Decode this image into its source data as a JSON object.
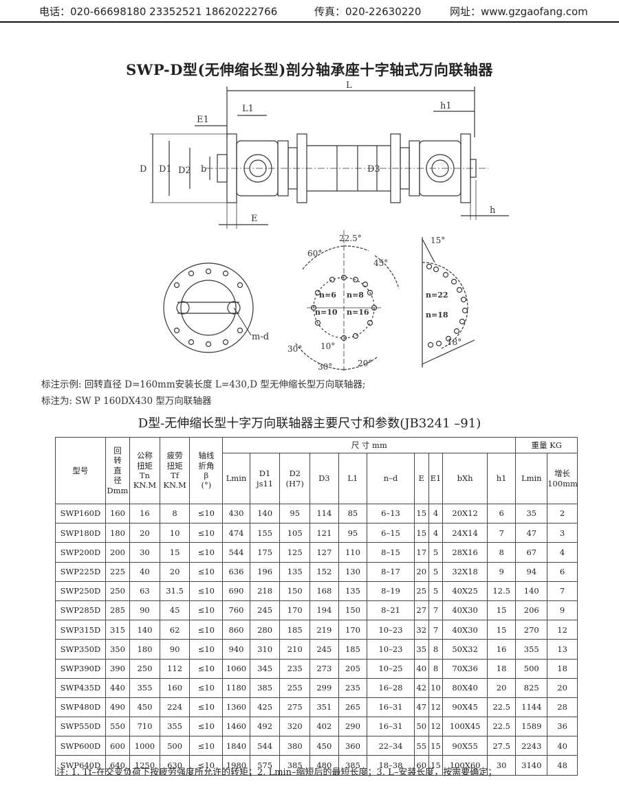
{
  "header": {
    "phone": "电话：020-66698180  23352521  18620222766",
    "fax": "传真：020-22630220",
    "website": "网址：www.gzgaofang.com"
  },
  "title": "SWP-D型(无伸缩长型)剖分轴承座十字轴式万向联轴器",
  "drawing_labels": {
    "L": "L",
    "L1": "L1",
    "E1": "E1",
    "h1": "h1",
    "D": "D",
    "D1": "D1",
    "D2": "D2",
    "b": "b",
    "D3": "D3",
    "E": "E",
    "h": "h",
    "md": "m-d",
    "a60": "60°",
    "a225": "22.5°",
    "a45": "45°",
    "n6": "n=6",
    "n8": "n=8",
    "n10": "n=10",
    "n16": "n=16",
    "a30a": "30°",
    "a10": "10°",
    "a30b": "30°",
    "a20": "20°",
    "a15": "15°",
    "n22": "n=22",
    "n18": "n=18",
    "a18": "18°"
  },
  "example": {
    "line1": "标注示例: 回转直径 D=160mm安装长度 L=430,D 型无伸缩长型万向联轴器;",
    "line2": "标注为:  SW   P  160DX430  型万向联轴器"
  },
  "table_title": "D型-无伸缩长型十字万向联轴器主要尺寸和参数(JB3241 –91)",
  "table_header": {
    "model": "型号",
    "rot_dia": [
      "回",
      "转",
      "直",
      "径",
      "Dmm"
    ],
    "torque_nom": [
      "公称",
      "扭矩",
      "Tn",
      "KN.M"
    ],
    "torque_fat": [
      "疲劳",
      "扭矩",
      "Tf",
      "KN.M"
    ],
    "angle": [
      "轴线",
      "折角",
      "β",
      "(°)"
    ],
    "dims": "尺     寸     mm",
    "lmin": "Lmin",
    "d1": [
      "D1",
      "js11"
    ],
    "d2": [
      "D2",
      "(H7)"
    ],
    "d3": "D3",
    "l1": "L1",
    "nd": "n–d",
    "e": "E",
    "e1": "E1",
    "bxh": "bXh",
    "h1": "h1",
    "weight": "重量 KG",
    "w_lmin": "Lmin",
    "w_inc": [
      "增长",
      "100mm"
    ]
  },
  "rows": [
    [
      "SWP160D",
      "160",
      "16",
      "8",
      "≤10",
      "430",
      "140",
      "95",
      "114",
      "85",
      "6–13",
      "15",
      "4",
      "20X12",
      "6",
      "35",
      "2"
    ],
    [
      "SWP180D",
      "180",
      "20",
      "10",
      "≤10",
      "474",
      "155",
      "105",
      "121",
      "95",
      "6–15",
      "15",
      "4",
      "24X14",
      "7",
      "47",
      "3"
    ],
    [
      "SWP200D",
      "200",
      "30",
      "15",
      "≤10",
      "544",
      "175",
      "125",
      "127",
      "110",
      "8–15",
      "17",
      "5",
      "28X16",
      "8",
      "67",
      "4"
    ],
    [
      "SWP225D",
      "225",
      "40",
      "20",
      "≤10",
      "636",
      "196",
      "135",
      "152",
      "130",
      "8–17",
      "20",
      "5",
      "32X18",
      "9",
      "94",
      "6"
    ],
    [
      "SWP250D",
      "250",
      "63",
      "31.5",
      "≤10",
      "690",
      "218",
      "150",
      "168",
      "135",
      "8–19",
      "25",
      "5",
      "40X25",
      "12.5",
      "140",
      "7"
    ],
    [
      "SWP285D",
      "285",
      "90",
      "45",
      "≤10",
      "760",
      "245",
      "170",
      "194",
      "150",
      "8–21",
      "27",
      "7",
      "40X30",
      "15",
      "206",
      "9"
    ],
    [
      "SWP315D",
      "315",
      "140",
      "62",
      "≤10",
      "860",
      "280",
      "185",
      "219",
      "170",
      "10–23",
      "32",
      "7",
      "40X30",
      "15",
      "270",
      "12"
    ],
    [
      "SWP350D",
      "350",
      "180",
      "90",
      "≤10",
      "940",
      "310",
      "210",
      "245",
      "185",
      "10–23",
      "35",
      "8",
      "50X32",
      "16",
      "355",
      "13"
    ],
    [
      "SWP390D",
      "390",
      "250",
      "112",
      "≤10",
      "1060",
      "345",
      "235",
      "273",
      "205",
      "10–25",
      "40",
      "8",
      "70X36",
      "18",
      "500",
      "18"
    ],
    [
      "SWP435D",
      "440",
      "355",
      "160",
      "≤10",
      "1180",
      "385",
      "255",
      "299",
      "235",
      "16–28",
      "42",
      "10",
      "80X40",
      "20",
      "825",
      "20"
    ],
    [
      "SWP480D",
      "490",
      "450",
      "224",
      "≤10",
      "1360",
      "425",
      "275",
      "351",
      "265",
      "16–31",
      "47",
      "12",
      "90X45",
      "22.5",
      "1144",
      "28"
    ],
    [
      "SWP550D",
      "550",
      "710",
      "355",
      "≤10",
      "1460",
      "492",
      "320",
      "402",
      "290",
      "16–31",
      "50",
      "12",
      "100X45",
      "22.5",
      "1589",
      "36"
    ],
    [
      "SWP600D",
      "600",
      "1000",
      "500",
      "≤10",
      "1840",
      "544",
      "380",
      "450",
      "360",
      "22–34",
      "55",
      "15",
      "90X55",
      "27.5",
      "2243",
      "40"
    ],
    [
      "SWP640D",
      "640",
      "1250",
      "630",
      "≤10",
      "1980",
      "575",
      "385",
      "480",
      "385",
      "18–38",
      "60",
      "15",
      "100X60",
      "30",
      "3140",
      "48"
    ]
  ],
  "note": "注: 1. Tf–在交变负荷下按疲劳强度所允许的转矩；2. Lmin–缩短后的最短长度；3. L–安装长度，按需要确定；"
}
